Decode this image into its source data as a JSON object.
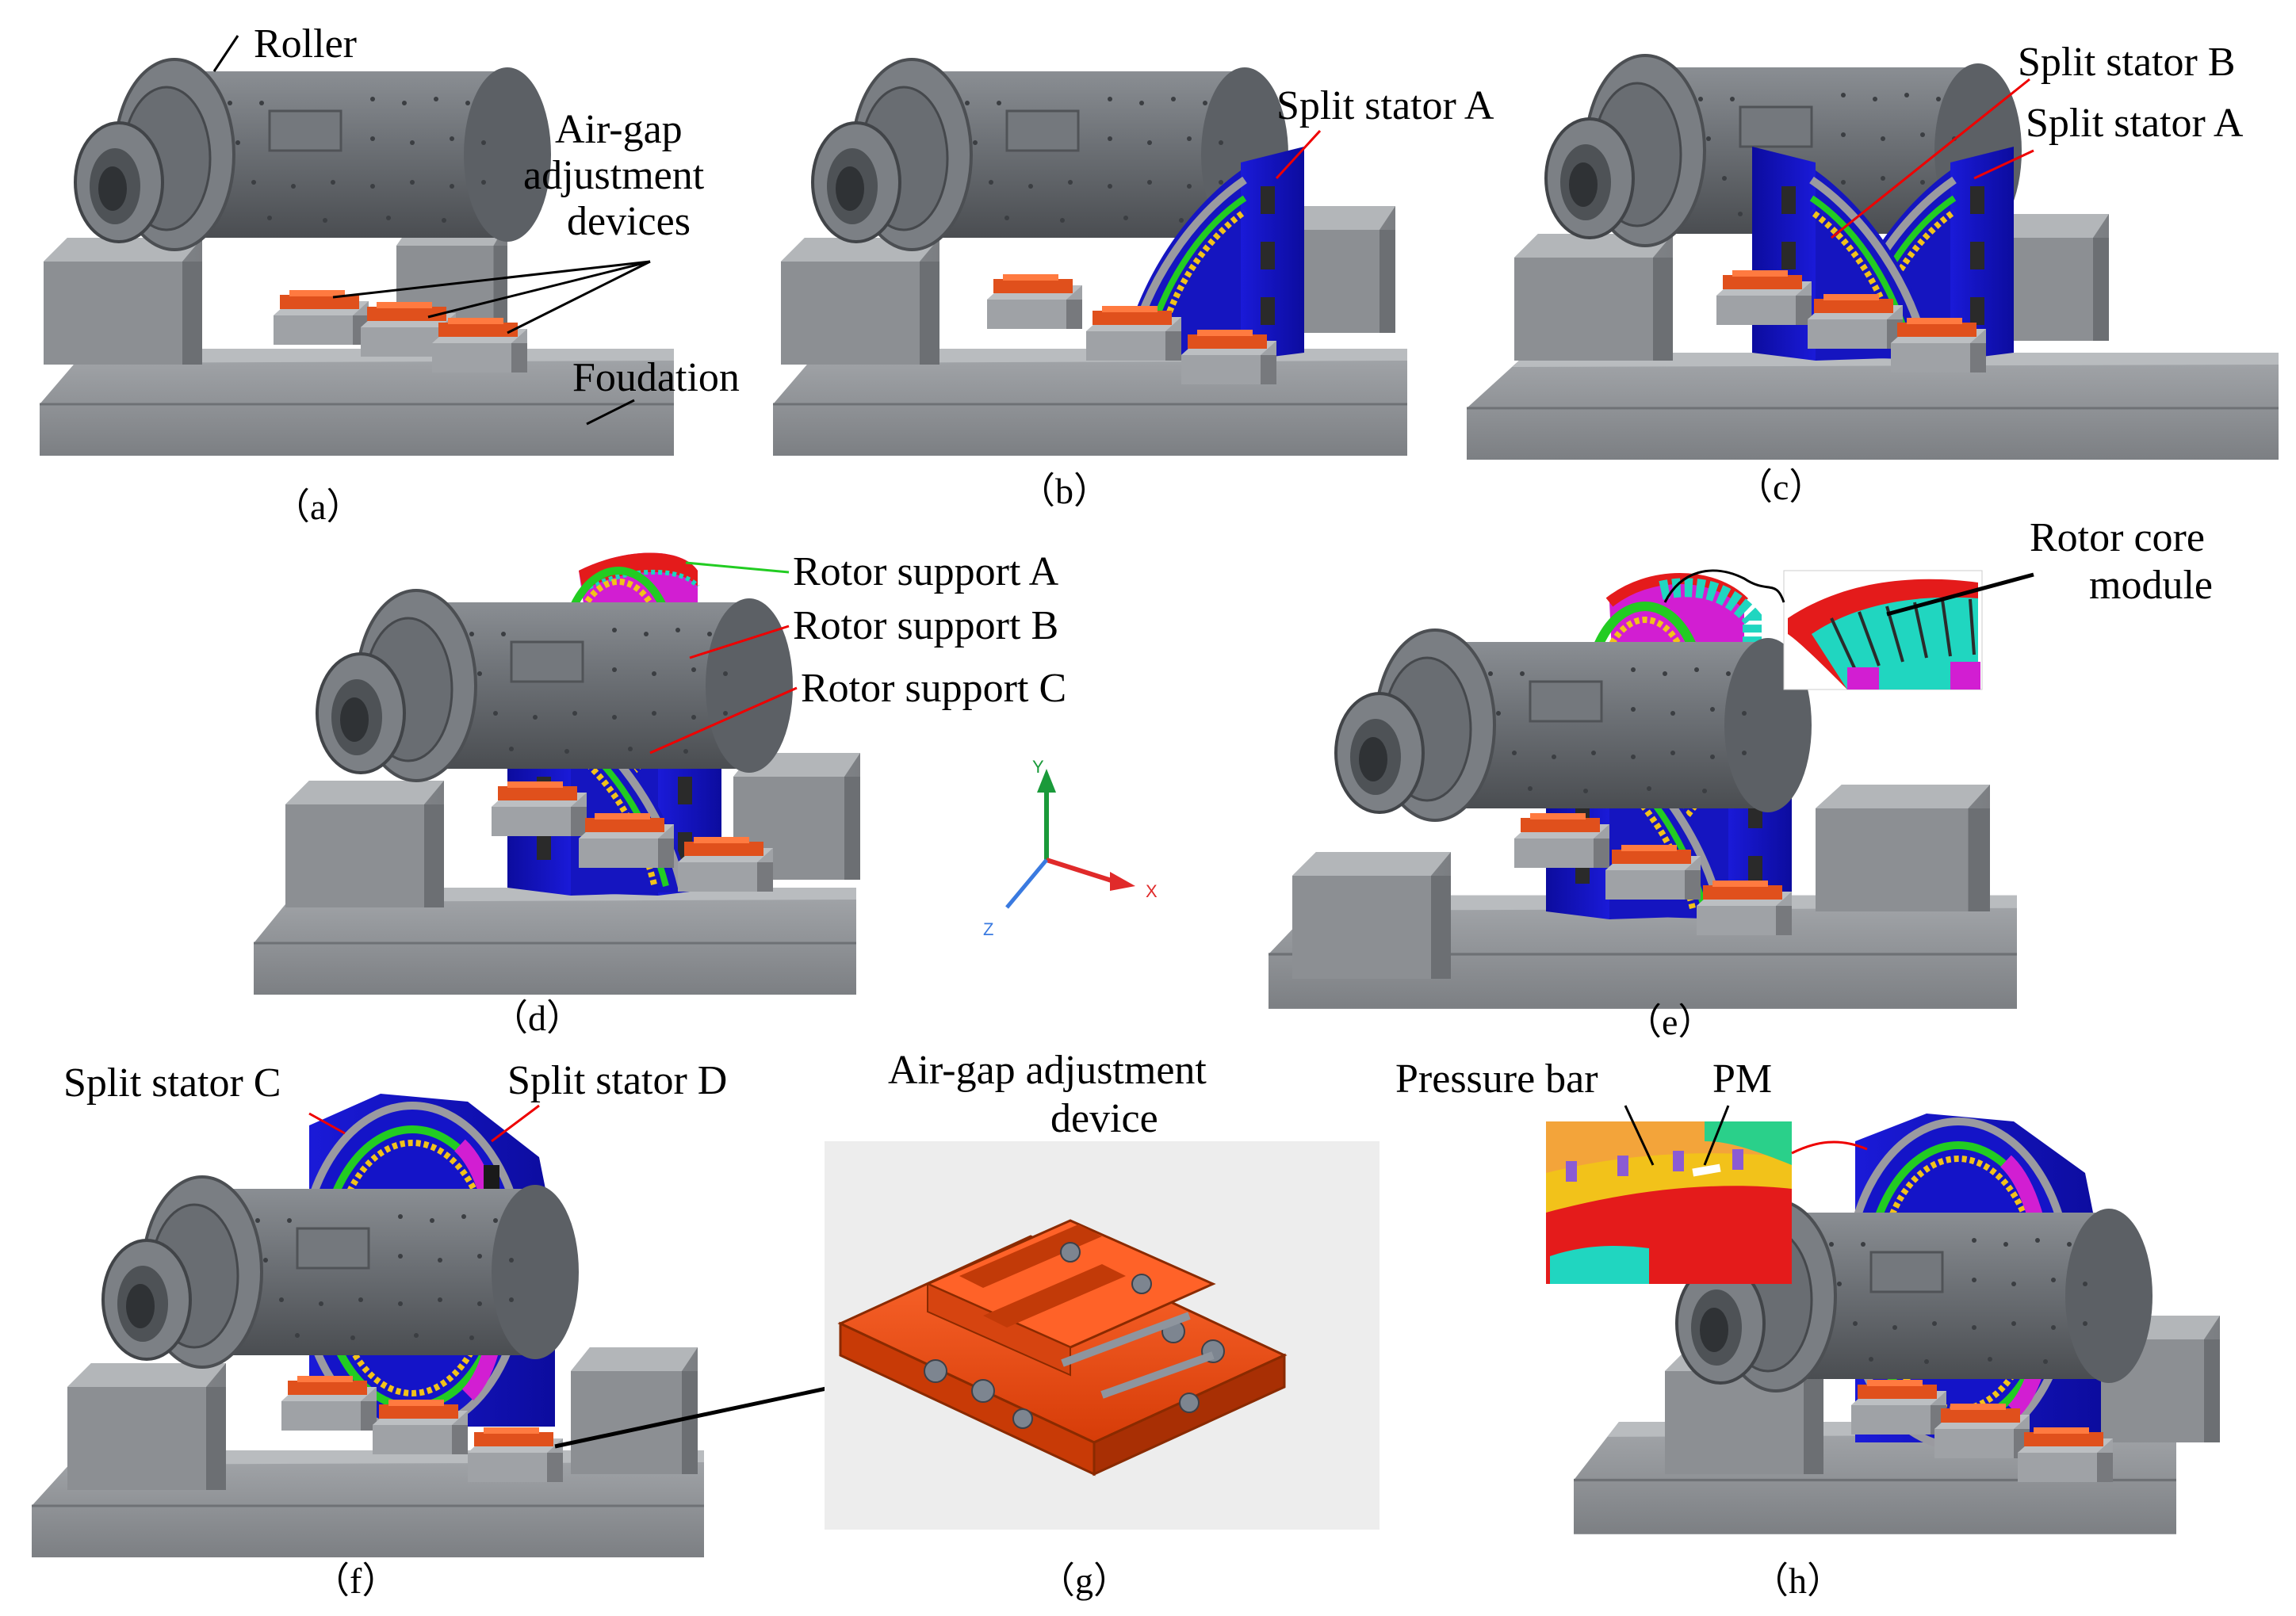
{
  "panels": {
    "a": {
      "caption": "（a）",
      "labels": [
        "Roller",
        "Air-gap",
        "adjustment",
        "devices",
        "Foudation"
      ]
    },
    "b": {
      "caption": "（b）",
      "labels": [
        "Split stator A"
      ]
    },
    "c": {
      "caption": "（c）",
      "labels": [
        "Split stator B",
        "Split stator A"
      ]
    },
    "d": {
      "caption": "（d）",
      "labels": [
        "Rotor support A",
        "Rotor support B",
        "Rotor support C"
      ]
    },
    "axes": {
      "y": "Y",
      "x": "X",
      "z": "Z"
    },
    "e": {
      "caption": "（e）",
      "labels": [
        "Rotor core",
        "module"
      ]
    },
    "f": {
      "caption": "（f）",
      "labels": [
        "Split stator C",
        "Split stator D"
      ]
    },
    "g": {
      "caption": "（g）",
      "labels": [
        "Air-gap adjustment",
        "device"
      ]
    },
    "h": {
      "caption": "（h）",
      "labels": [
        "Pressure bar",
        "PM"
      ]
    }
  },
  "colors": {
    "roller": "#6f7378",
    "foundation": "#8d9094",
    "stator": "#1414c8",
    "rotor_support_a": "#e41b1b",
    "rotor_support_b": "#d21ed2",
    "rotor_core": "#20d6c0",
    "adjust_device": "#f04a14",
    "ring_green": "#22cc22",
    "ring_yellow": "#f2c21a"
  }
}
